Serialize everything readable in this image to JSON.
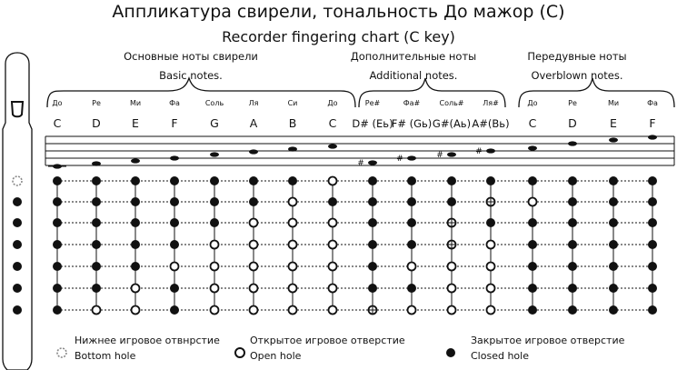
{
  "title": {
    "ru": "Аппликатура свирели, тональность До мажор (C)",
    "en": "Recorder fingering chart (C key)"
  },
  "sections": [
    {
      "ru": "Основные ноты свирели",
      "en": "Basic notes."
    },
    {
      "ru": "Дополнительные ноты",
      "en": "Additional notes."
    },
    {
      "ru": "Передувные ноты",
      "en": "Overblown notes."
    }
  ],
  "notes": [
    {
      "ru": "До",
      "en": "C",
      "holes": "CCCCCCC",
      "accidental": false
    },
    {
      "ru": "Ре",
      "en": "D",
      "holes": "CCCCCCO",
      "accidental": false
    },
    {
      "ru": "Ми",
      "en": "E",
      "holes": "CCCCCOO",
      "accidental": false
    },
    {
      "ru": "Фа",
      "en": "F",
      "holes": "CCCCOCC",
      "accidental": false
    },
    {
      "ru": "Соль",
      "en": "G",
      "holes": "CCCOOOO",
      "accidental": false
    },
    {
      "ru": "Ля",
      "en": "A",
      "holes": "CCOOOOO",
      "accidental": false
    },
    {
      "ru": "Си",
      "en": "B",
      "holes": "COOOOOO",
      "accidental": false
    },
    {
      "ru": "До",
      "en": "C",
      "holes": "OCOOOOO",
      "accidental": false
    },
    {
      "ru": "Ре#",
      "en": "D# (Eь)",
      "holes": "CCCCCCH",
      "accidental": true
    },
    {
      "ru": "Фа#",
      "en": "F# (Gь)",
      "holes": "CCCCOCO",
      "accidental": true
    },
    {
      "ru": "Соль#",
      "en": "G#(Aь)",
      "holes": "CCHHOOO",
      "accidental": true
    },
    {
      "ru": "Ля#",
      "en": "A#(Bь)",
      "holes": "CHCOOOO",
      "accidental": true
    },
    {
      "ru": "До",
      "en": "C",
      "holes": "COCCCCC",
      "accidental": false
    },
    {
      "ru": "Ре",
      "en": "D",
      "holes": "CCCCCCC",
      "accidental": false
    },
    {
      "ru": "Ми",
      "en": "E",
      "holes": "CCCCCCC",
      "accidental": false
    },
    {
      "ru": "Фа",
      "en": "F",
      "holes": "CCCCCCC",
      "accidental": false
    }
  ],
  "legend": {
    "bottom": {
      "ru": "Нижнее игровое отвнрстие",
      "en": "Bottom hole"
    },
    "open": {
      "ru": "Открытое игровое отверстие",
      "en": "Open hole"
    },
    "closed": {
      "ru": "Закрытое игровое отверстие",
      "en": "Closed hole"
    }
  },
  "colors": {
    "ink": "#111111",
    "paper": "#ffffff",
    "bottom_hole": "#888888"
  }
}
